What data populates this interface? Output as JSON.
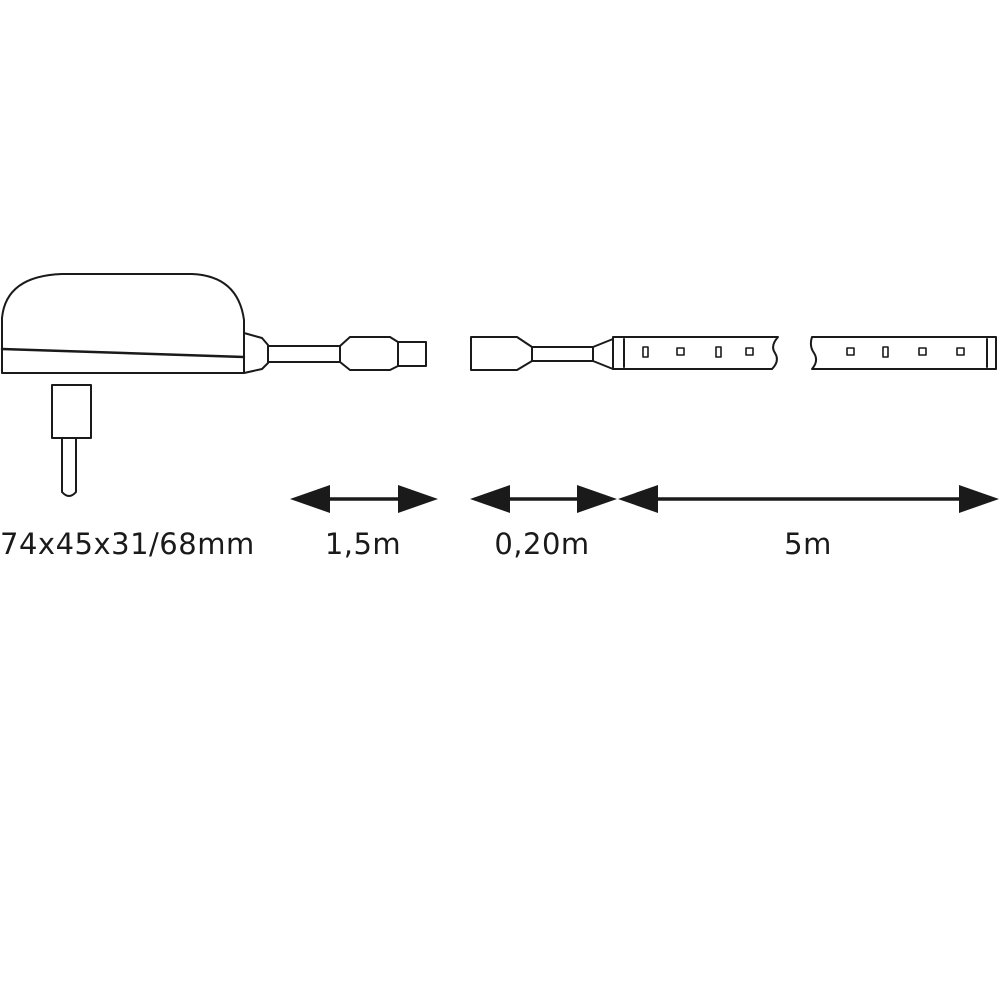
{
  "labels": {
    "adapter_dimensions": "74x45x31/68mm",
    "adapter_cable_length": "1,5m",
    "connector_cable_length": "0,20m",
    "strip_length": "5m"
  },
  "colors": {
    "line": "#1a1a1a",
    "background": "#ffffff"
  }
}
